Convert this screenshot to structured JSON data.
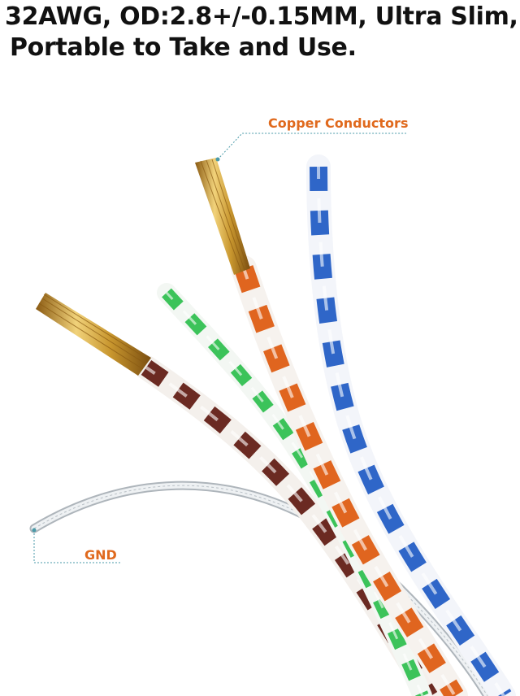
{
  "headline": {
    "line1": "32AWG, OD:2.8+/-0.15MM, Ultra Slim,",
    "line2": "Portable to Take and Use."
  },
  "callouts": {
    "copper": "Copper Conductors",
    "gnd": "GND"
  },
  "colors": {
    "callout": "#e06a1e",
    "orange": "#e0651f",
    "blue": "#2f66c8",
    "green": "#3cc35a",
    "brown": "#6b2a22",
    "copper": "#c8962e",
    "gnd": "#cfd5da"
  }
}
